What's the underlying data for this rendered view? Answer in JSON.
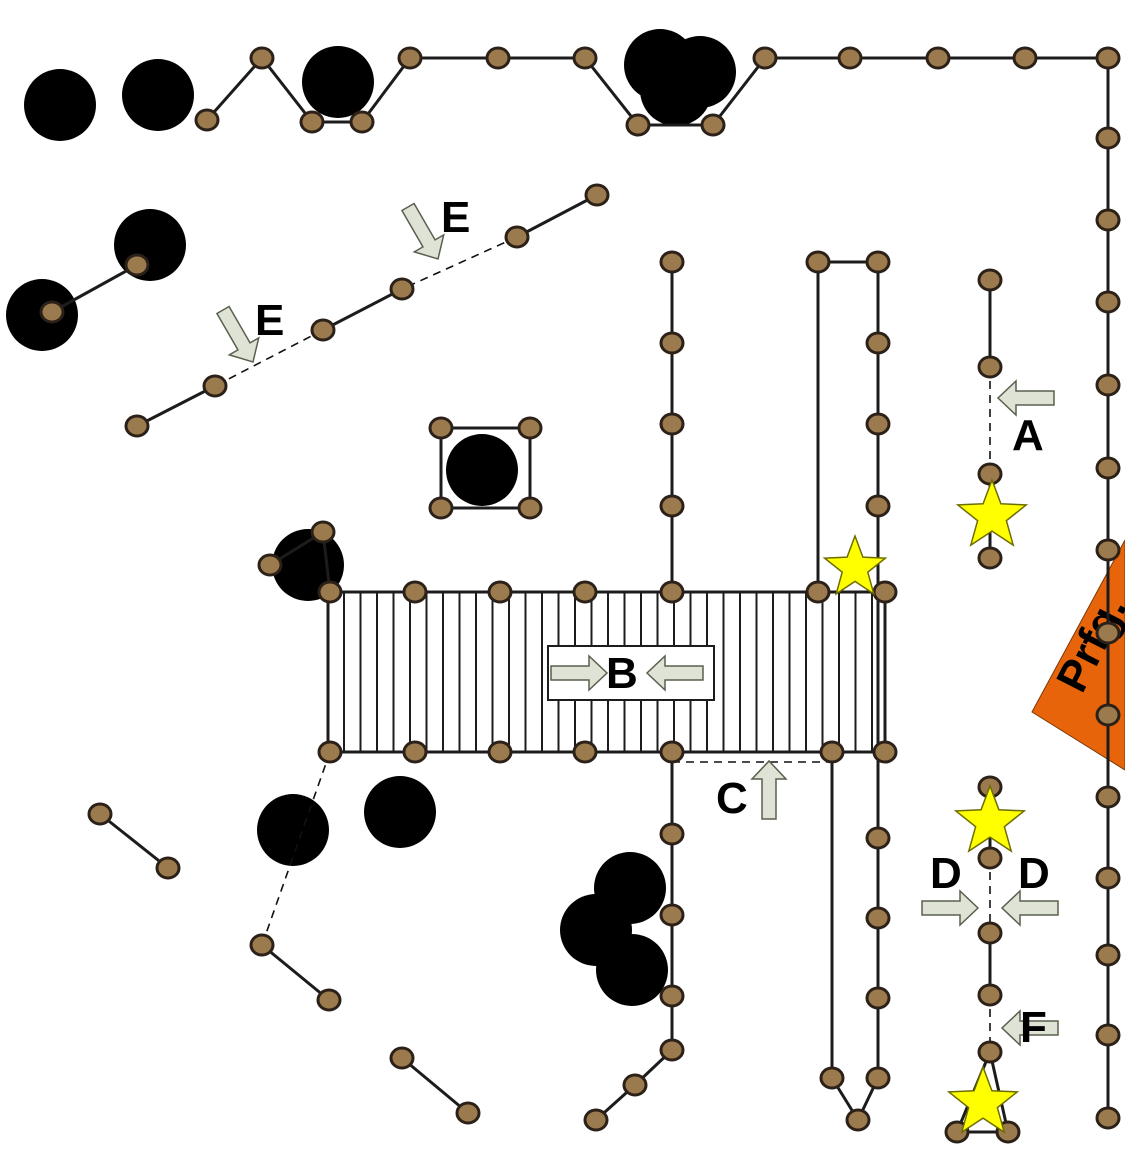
{
  "labels": {
    "a": "A",
    "b": "B",
    "c": "C",
    "d_left": "D",
    "d_right": "D",
    "e_upper": "E",
    "e_lower": "E",
    "f": "F",
    "building": "Prfg."
  },
  "colors": {
    "post_fill": "#9b7a4e",
    "post_stroke": "#2b2118",
    "fence": "#1c1c1c",
    "building": "#e8640b",
    "star": "#ffff00",
    "arrow": "#dfe3d6"
  },
  "icons": {
    "post": "fence-post-icon",
    "tree": "tree-icon",
    "star": "star-icon",
    "arrow": "arrow-icon"
  }
}
